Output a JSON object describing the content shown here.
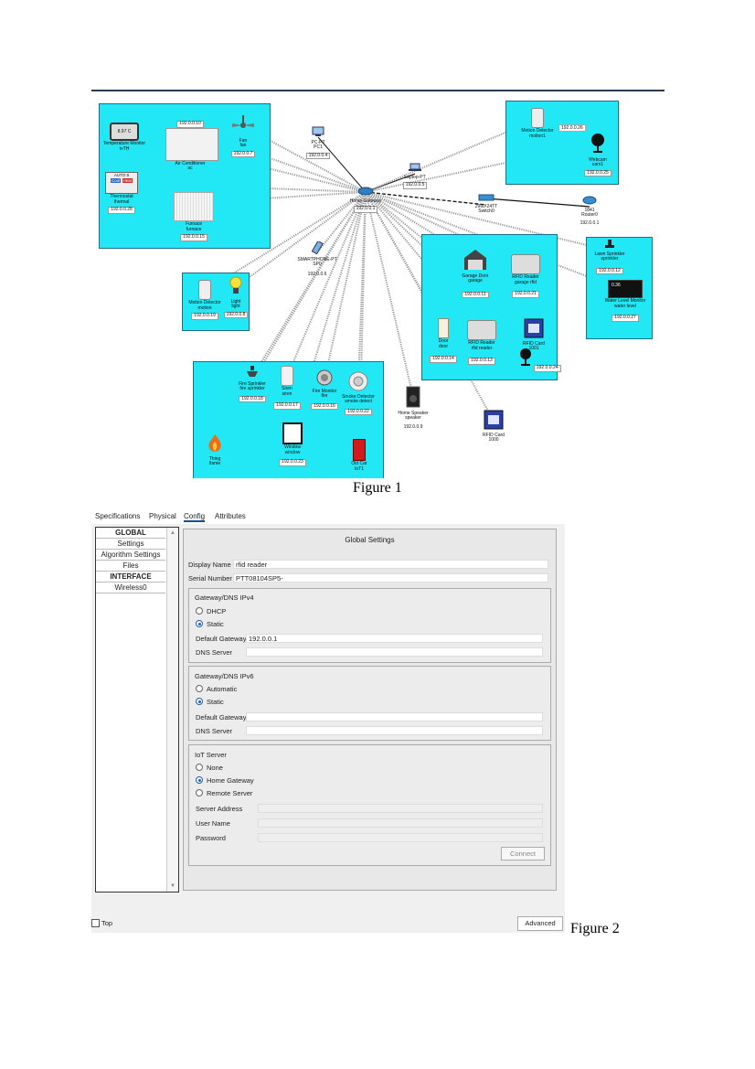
{
  "figure1": {
    "caption": "Figure 1",
    "center_label": "Home Gateway",
    "center_ip": "192.0.0.1",
    "devices": [
      {
        "id": "temp",
        "name": "Temperature Monitor",
        "sub": "tvTH",
        "ip": "",
        "display": "8.97 C"
      },
      {
        "id": "ac",
        "name": "Air Conditioner",
        "sub": "ac",
        "ip": "192.0.0.10"
      },
      {
        "id": "fan",
        "name": "Fan",
        "sub": "fan",
        "ip": "192.0.0.7"
      },
      {
        "id": "thermo",
        "name": "Thermostat",
        "sub": "thermal",
        "ip": "192.0.0.28",
        "display": "AUTO 9",
        "cool": "Cool",
        "heat": "Heat"
      },
      {
        "id": "furnace",
        "name": "Furnace",
        "sub": "furnace",
        "ip": "192.0.0.15"
      },
      {
        "id": "pc",
        "name": "PC-PT",
        "sub": "PC1",
        "ip": "192.0.0.4"
      },
      {
        "id": "laptop",
        "name": "Laptop-PT",
        "sub": "",
        "ip": "192.0.0.5"
      },
      {
        "id": "motion1",
        "name": "Motion Detector",
        "sub": "motion1",
        "ip": "192.0.0.26"
      },
      {
        "id": "webcam1",
        "name": "Webcam",
        "sub": "cam1",
        "ip": "192.0.0.25"
      },
      {
        "id": "switch",
        "name": "2960-24TT",
        "sub": "Switch0",
        "ip": ""
      },
      {
        "id": "router",
        "name": "1841",
        "sub": "Router0",
        "ip": "192.0.0.1"
      },
      {
        "id": "phone",
        "name": "SMARTPHONE-PT",
        "sub": "SP0",
        "ip": "192.0.0.6"
      },
      {
        "id": "motion",
        "name": "Motion Detector",
        "sub": "motion",
        "ip": "192.0.0.19"
      },
      {
        "id": "light",
        "name": "Light",
        "sub": "light",
        "ip": "192.0.0.8"
      },
      {
        "id": "garage",
        "name": "Garage Door",
        "sub": "garage",
        "ip": "192.0.0.11"
      },
      {
        "id": "rfidg",
        "name": "RFID Reader",
        "sub": "garage rfid",
        "ip": "192.0.0.21"
      },
      {
        "id": "lawn",
        "name": "Lawn Sprinkler",
        "sub": "sprinkler",
        "ip": "192.0.0.12"
      },
      {
        "id": "water",
        "name": "Water Level Monitor",
        "sub": "water level",
        "ip": "192.0.0.27",
        "display": "0.36"
      },
      {
        "id": "door",
        "name": "Door",
        "sub": "door",
        "ip": "192.0.0.14"
      },
      {
        "id": "rfidr",
        "name": "RFID Reader",
        "sub": "rfid reader",
        "ip": "192.0.0.13"
      },
      {
        "id": "rfidc1",
        "name": "RFID Card",
        "sub": "1001",
        "ip": ""
      },
      {
        "id": "webcam2",
        "name": "",
        "sub": "",
        "ip": "192.0.0.24"
      },
      {
        "id": "firesp",
        "name": "Fire Sprinkler",
        "sub": "fire sprinkler",
        "ip": "192.0.0.18"
      },
      {
        "id": "siren",
        "name": "Siren",
        "sub": "siren",
        "ip": "192.0.0.17"
      },
      {
        "id": "firemon",
        "name": "Fire Monitor",
        "sub": "fire",
        "ip": "192.0.0.16"
      },
      {
        "id": "smoke",
        "name": "Smoke Detector",
        "sub": "smoke detect",
        "ip": "192.0.0.22"
      },
      {
        "id": "speaker",
        "name": "Home Speaker",
        "sub": "speaker",
        "ip": "192.0.0.9"
      },
      {
        "id": "rfidc2",
        "name": "RFID Card",
        "sub": "1000",
        "ip": ""
      },
      {
        "id": "thing",
        "name": "Thing",
        "sub": "flame",
        "ip": ""
      },
      {
        "id": "window",
        "name": "Window",
        "sub": "window",
        "ip": "192.0.0.23"
      },
      {
        "id": "oldcar",
        "name": "Old Car",
        "sub": "IoT1",
        "ip": ""
      }
    ]
  },
  "figure2": {
    "caption": "Figure 2",
    "tabs": [
      "Specifications",
      "Physical",
      "Config",
      "Attributes"
    ],
    "active_tab": "Config",
    "sidebar": [
      {
        "label": "GLOBAL",
        "header": true
      },
      {
        "label": "Settings",
        "header": false
      },
      {
        "label": "Algorithm Settings",
        "header": false
      },
      {
        "label": "Files",
        "header": false
      },
      {
        "label": "INTERFACE",
        "header": true
      },
      {
        "label": "Wireless0",
        "header": false
      }
    ],
    "panel_title": "Global Settings",
    "display_name_label": "Display Name",
    "display_name_value": "rfid reader",
    "serial_label": "Serial Number",
    "serial_value": "PTT08104SP5-",
    "ipv4": {
      "title": "Gateway/DNS IPv4",
      "dhcp": "DHCP",
      "static": "Static",
      "gateway_label": "Default Gateway",
      "gateway_value": "192.0.0.1",
      "dns_label": "DNS Server",
      "dns_value": ""
    },
    "ipv6": {
      "title": "Gateway/DNS IPv6",
      "automatic": "Automatic",
      "static": "Static",
      "gateway_label": "Default Gateway",
      "gateway_value": "",
      "dns_label": "DNS Server",
      "dns_value": ""
    },
    "iot": {
      "title": "IoT Server",
      "none": "None",
      "home_gateway": "Home Gateway",
      "remote": "Remote Server",
      "server_label": "Server Address",
      "user_label": "User Name",
      "password_label": "Password",
      "connect": "Connect"
    },
    "top_label": "Top",
    "advanced": "Advanced"
  }
}
